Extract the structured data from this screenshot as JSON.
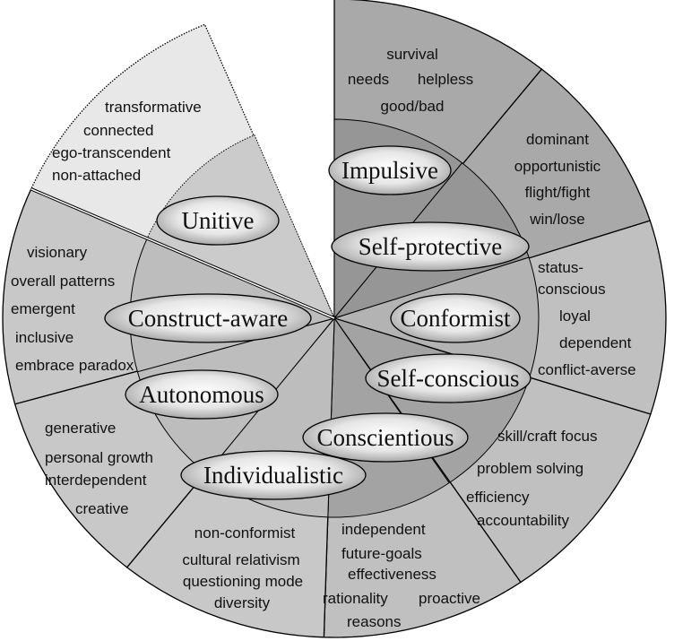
{
  "diagram": {
    "stages": [
      {
        "name": "Impulsive",
        "traits": [
          "survival",
          "needs",
          "helpless",
          "good/bad"
        ]
      },
      {
        "name": "Self-protective",
        "traits": [
          "dominant",
          "opportunistic",
          "flight/fight",
          "win/lose"
        ]
      },
      {
        "name": "Conformist",
        "traits": [
          "status-",
          "conscious",
          "loyal",
          "dependent",
          "conflict-averse"
        ]
      },
      {
        "name": "Self-conscious",
        "traits": [
          "skill/craft focus",
          "problem solving",
          "efficiency",
          "accountability"
        ]
      },
      {
        "name": "Conscientious",
        "traits": [
          "independent",
          "future-goals",
          "effectiveness",
          "rationality",
          "proactive",
          "reasons"
        ]
      },
      {
        "name": "Individualistic",
        "traits": [
          "non-conformist",
          "cultural relativism",
          "questioning mode",
          "diversity"
        ]
      },
      {
        "name": "Autonomous",
        "traits": [
          "generative",
          "personal growth",
          "interdependent",
          "creative"
        ]
      },
      {
        "name": "Construct-aware",
        "traits": [
          "visionary",
          "overall patterns",
          "emergent",
          "inclusive",
          "embrace paradox"
        ]
      },
      {
        "name": "Unitive",
        "traits": [
          "transformative",
          "connected",
          "ego-transcendent",
          "non-attached"
        ]
      }
    ],
    "colors": {
      "outline": "#000000",
      "early_outer": "#a9a9a9",
      "early_inner": "#969696",
      "conv_outer": "#c0c0c0",
      "conformist_inner": "#b3b3b3",
      "conv_inner_dark": "#a3a3a3",
      "post_outer": "#c8c8c8",
      "post_inner": "#bdbdbd",
      "unitive_outer": "#e8e8e8",
      "unitive_inner": "#cbcbcb"
    }
  }
}
